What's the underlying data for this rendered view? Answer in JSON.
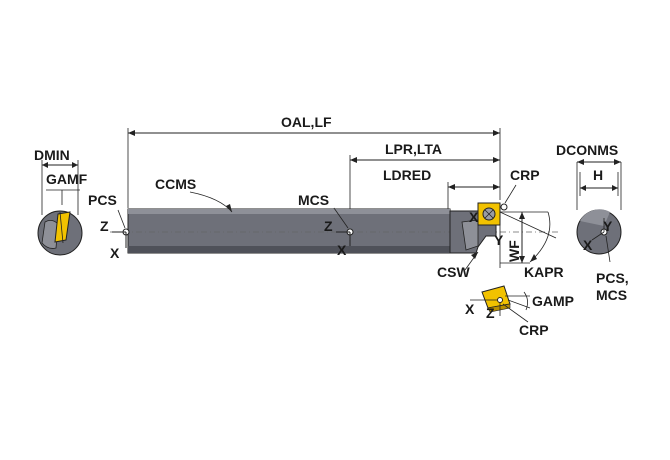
{
  "labels": {
    "oal_lf": "OAL,LF",
    "lpr_lta": "LPR,LTA",
    "ldred": "LDRED",
    "crp_top": "CRP",
    "dconms": "DCONMS",
    "h": "H",
    "dmin": "DMIN",
    "gamf": "GAMF",
    "pcs": "PCS",
    "ccms": "CCMS",
    "mcs": "MCS",
    "z_left": "Z",
    "x_left": "X",
    "z_mcs": "Z",
    "x_mcs": "X",
    "x_head": "X",
    "y_head": "Y",
    "wf": "WF",
    "kapr": "KAPR",
    "csw": "CSW",
    "gamp": "GAMP",
    "x_insert": "X",
    "z_insert": "Z",
    "crp_bottom": "CRP",
    "y_end": "Y",
    "x_end": "X",
    "pcs_mcs_1": "PCS,",
    "pcs_mcs_2": "MCS"
  },
  "colors": {
    "shank": "#6e7079",
    "shank_dark": "#4f5159",
    "shank_light": "#8e9098",
    "insert": "#f2c200",
    "insert_dark": "#b88f00",
    "background": "#ffffff"
  }
}
